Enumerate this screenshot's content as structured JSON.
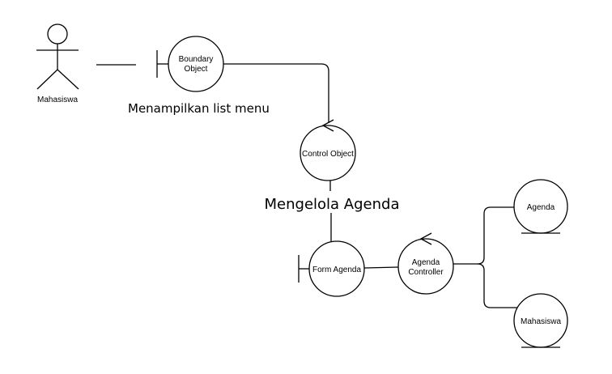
{
  "actor": {
    "label": "Mahasiswa"
  },
  "boundary": {
    "line1": "Boundary",
    "line2": "Object"
  },
  "caption_menu": "Menampilkan list menu",
  "control": {
    "label": "Control Object"
  },
  "caption_agenda": "Mengelola Agenda",
  "form": {
    "label": "Form Agenda"
  },
  "controller": {
    "line1": "Agenda",
    "line2": "Controller"
  },
  "entity_agenda": {
    "label": "Agenda"
  },
  "entity_mahasiswa": {
    "label": "Mahasiswa"
  },
  "colors": {
    "stroke": "#000000",
    "background": "#ffffff"
  }
}
